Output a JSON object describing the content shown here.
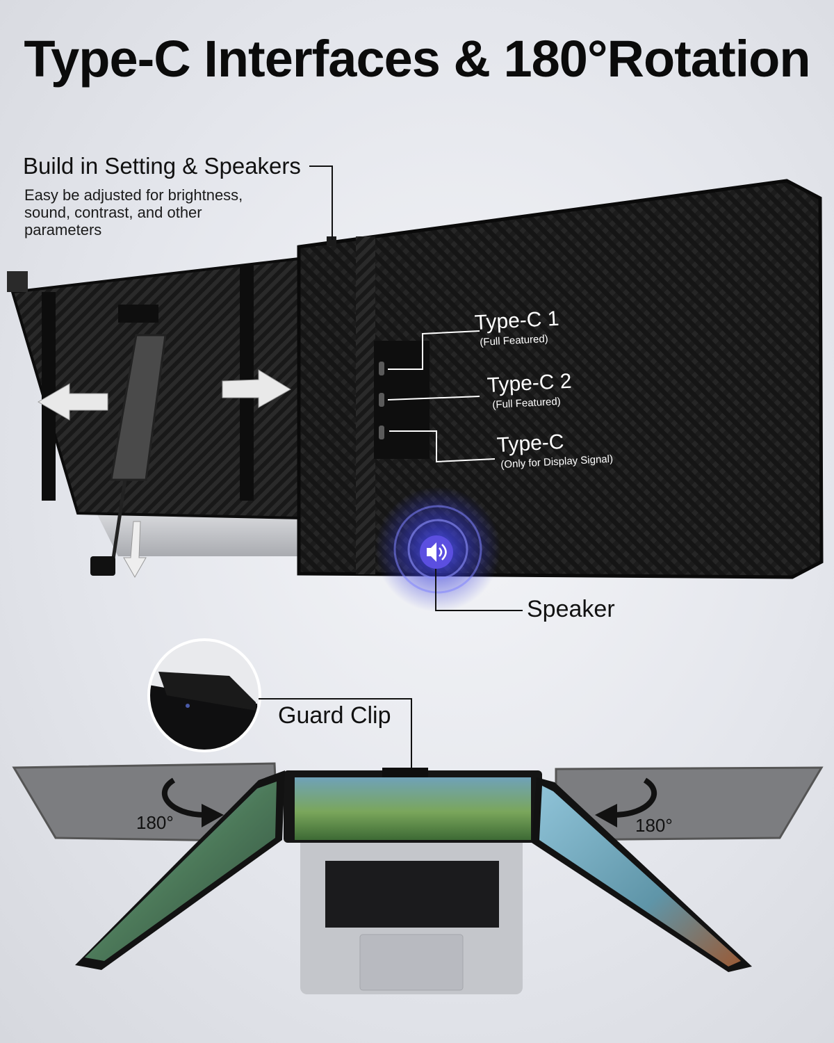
{
  "title": "Type-C Interfaces & 180°Rotation",
  "settings": {
    "heading": "Build in Setting & Speakers",
    "description": "Easy be adjusted for brightness, sound, contrast, and other parameters"
  },
  "ports": [
    {
      "title": "Type-C  1",
      "subtitle": "(Full Featured)"
    },
    {
      "title": "Type-C  2",
      "subtitle": "(Full Featured)"
    },
    {
      "title": "Type-C",
      "subtitle": "(Only for Display Signal)"
    }
  ],
  "speaker_label": "Speaker",
  "guard_clip_label": "Guard Clip",
  "rotation": {
    "left_degrees": "180°",
    "right_degrees": "180°"
  },
  "colors": {
    "carbon_dark": "#141414",
    "carbon_light": "#2e2e2e",
    "aluminum": "#c9cbd0",
    "speaker_glow": "#3b3fd9",
    "speaker_icon_bg": "#5b4fe0",
    "arrow_gray": "#e8e8e8"
  },
  "icons": [
    "speaker-icon",
    "double-arrow-left-icon",
    "double-arrow-right-icon",
    "down-arrow-icon",
    "rotate-arrow-left-icon",
    "rotate-arrow-right-icon"
  ]
}
